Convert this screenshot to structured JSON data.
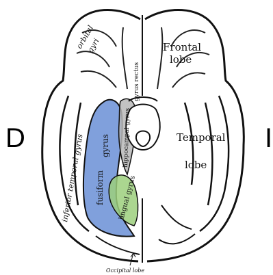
{
  "sides": {
    "left": "D",
    "right": "I"
  },
  "labels": {
    "orbital_gyri_1": "orbital",
    "orbital_gyri_2": "gyri",
    "gyrus_rectus": "gyrus rectus",
    "frontal_lobe_1": "Frontal",
    "frontal_lobe_2": "lobe",
    "temporal_lobe_1": "Temporal",
    "temporal_lobe_2": "lobe",
    "inferior_temporal_gyrus": "inferior temporal gyrus",
    "fusiform_1": "fusiform",
    "fusiform_2": "gyrus",
    "parahippocampal": "hippocampal gyrus",
    "lingual": "lingual gyrus",
    "occipital_lobe": "Occipital lobe"
  },
  "highlight_colors": {
    "fusiform": "#6a8fd6",
    "parahippocampal": "#b9b9b9",
    "lingual": "#9ccf7c"
  }
}
